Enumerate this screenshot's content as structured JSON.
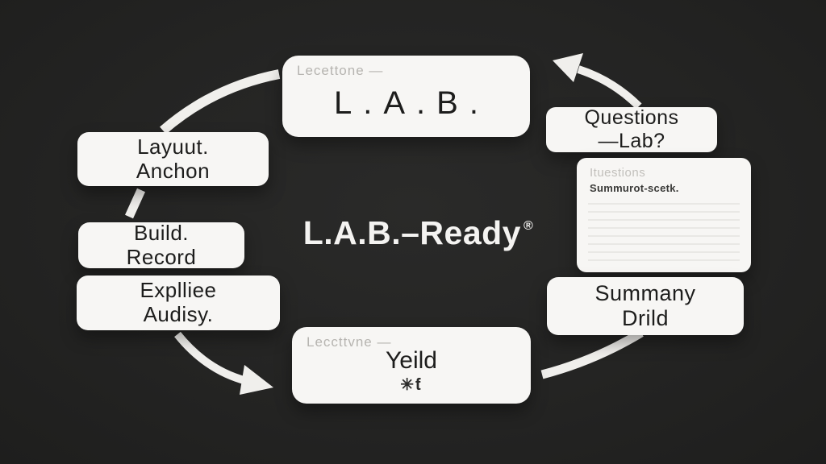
{
  "colors": {
    "background": "#242423",
    "card": "#f7f6f4",
    "ink": "#1d1d1c",
    "muted_label": "#b6b4b0",
    "arrow": "#f0efec",
    "center_text": "#f4f3f1"
  },
  "center": {
    "title": "L.A.B.–Ready",
    "reg": "®"
  },
  "cards": {
    "top": {
      "eyebrow": "Lecettone —",
      "title": "L.A.B."
    },
    "questions": {
      "line1": "Questions",
      "line2": "—Lab?"
    },
    "notepad": {
      "header": "Ituestions",
      "note": "Summurot-scetk."
    },
    "summary": {
      "line1": "Summany",
      "line2": "Drild"
    },
    "yield": {
      "eyebrow": "Leccttvne —",
      "title": "Yeild",
      "symbols": "✳ƭ"
    },
    "layout": {
      "line1": "Layuut.",
      "line2": "Anchon"
    },
    "build": {
      "line1": "Build.",
      "line2": "Record"
    },
    "explice": {
      "line1": "Explliee",
      "line2": "Audisy."
    }
  }
}
